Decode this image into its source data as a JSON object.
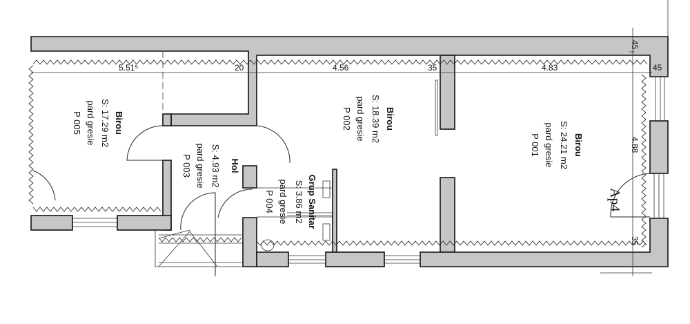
{
  "rooms": [
    {
      "name": "Birou",
      "area": "S: 17.29 m2",
      "finish": "pard gresie",
      "code": "P 005"
    },
    {
      "name": "Birou",
      "area": "S: 18.39 m2",
      "finish": "pard gresie",
      "code": "P 002"
    },
    {
      "name": "Birou",
      "area": "S: 24.21 m2",
      "finish": "pard gresie",
      "code": "P 001"
    },
    {
      "name": "Hol",
      "area": "S: 4.93 m2",
      "finish": "pard gresie",
      "code": "P 003"
    },
    {
      "name": "Grup Sanitar",
      "area": "S: 3.86 m2",
      "finish": "pard gresie",
      "code": "P 004"
    }
  ],
  "dimensions": {
    "d1": "5.51⁵",
    "d2": "20",
    "d3": "4.56",
    "d4": "35",
    "d5": "4.83",
    "d6": "45",
    "v1": "45",
    "v2": "4.88",
    "v3": "35"
  },
  "apartment_label": "Ap4",
  "colors": {
    "wall": "#c6c6c6",
    "line": "#111111"
  }
}
